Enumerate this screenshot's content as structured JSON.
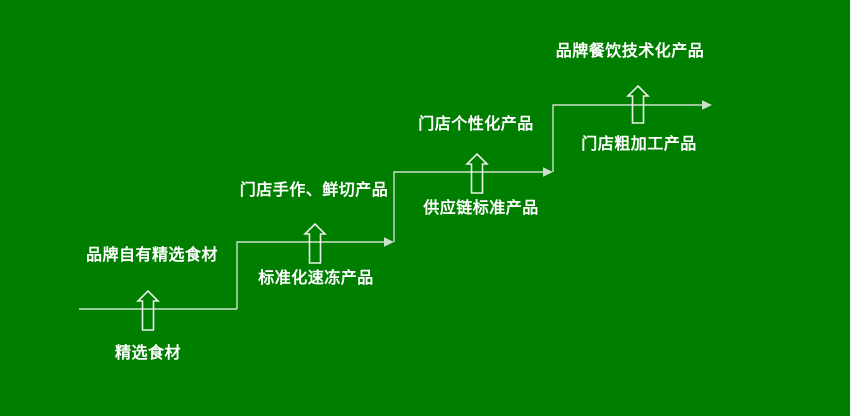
{
  "canvas": {
    "background": "#007E00",
    "line_color": "#CCE0CC",
    "arrow_outline_color": "#E8F2E8",
    "text_color": "#FFFFFF"
  },
  "diagram": {
    "type": "staircase-progression",
    "steps": [
      {
        "above_label": "品牌自有精选食材",
        "below_label": "精选食材"
      },
      {
        "above_label": "门店手作、鲜切产品",
        "below_label": "标准化速冻产品"
      },
      {
        "above_label": "门店个性化产品",
        "below_label": "供应链标准产品"
      },
      {
        "above_label": "品牌餐饮技术化产品",
        "below_label": "门店粗加工产品"
      }
    ]
  }
}
